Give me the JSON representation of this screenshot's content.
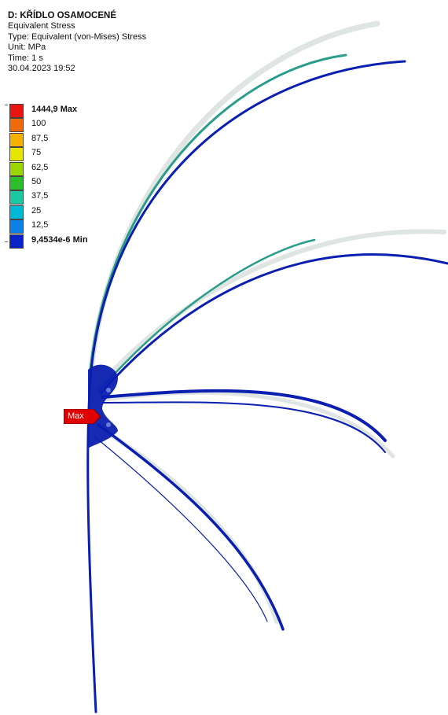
{
  "header": {
    "title": "D: KŘÍDLO OSAMOCENÉ",
    "result": "Equivalent Stress",
    "type": "Type: Equivalent (von-Mises) Stress",
    "unit": "Unit: MPa",
    "time": "Time: 1 s",
    "date": "30.04.2023 19:52"
  },
  "legend": [
    {
      "label": "1444,9 Max",
      "color": "#e8160f",
      "bold": true
    },
    {
      "label": "100",
      "color": "#f06a0c",
      "bold": false
    },
    {
      "label": "87,5",
      "color": "#f5b000",
      "bold": false
    },
    {
      "label": "75",
      "color": "#e6e600",
      "bold": false
    },
    {
      "label": "62,5",
      "color": "#9cd600",
      "bold": false
    },
    {
      "label": "50",
      "color": "#2dbd2a",
      "bold": false
    },
    {
      "label": "37,5",
      "color": "#1bc8a0",
      "bold": false
    },
    {
      "label": "25",
      "color": "#00b8d8",
      "bold": false
    },
    {
      "label": "12,5",
      "color": "#0c82e8",
      "bold": false
    },
    {
      "label": "9,4534e-6 Min",
      "color": "#0a23c8",
      "bold": true
    }
  ],
  "probe": {
    "label": "Max",
    "color": "#e00000"
  },
  "model_colors": {
    "ghost": "#dde3e0",
    "stress_low": "#0a1fb0",
    "stress_mid": "#2a9c8a"
  }
}
